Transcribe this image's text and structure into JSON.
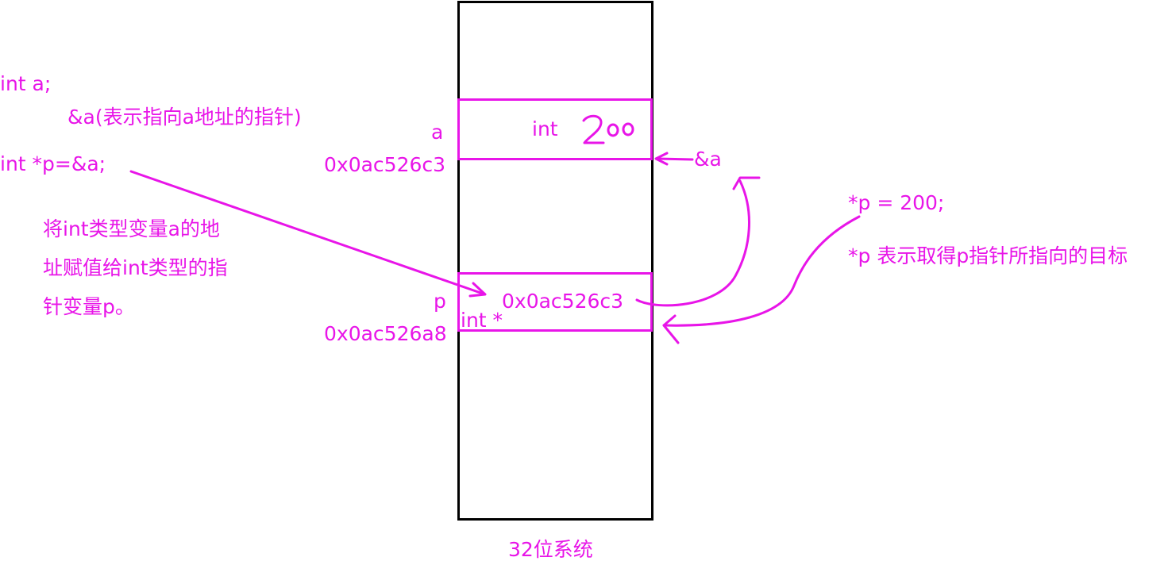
{
  "colors": {
    "annotation": "#e815e8",
    "memory_border": "#000000"
  },
  "code": {
    "line_decl_a": "int a;",
    "note_ref_a": "&a(表示指向a地址的指针)",
    "line_decl_p": "int *p=&a;",
    "explain_lines": [
      "将int类型变量a的地",
      "址赋值给int类型的指",
      "针变量p。"
    ]
  },
  "memory": {
    "cell_a": {
      "label": "a",
      "address": "0x0ac526c3",
      "type": "int",
      "value_handwritten": "200"
    },
    "cell_p": {
      "label": "p",
      "address": "0x0ac526a8",
      "value": "0x0ac526c3",
      "type": "int *"
    },
    "caption": "32位系统"
  },
  "right_notes": {
    "ref_label": "&a",
    "assign": "*p = 200;",
    "deref_note": "*p 表示取得p指针所指向的目标"
  }
}
